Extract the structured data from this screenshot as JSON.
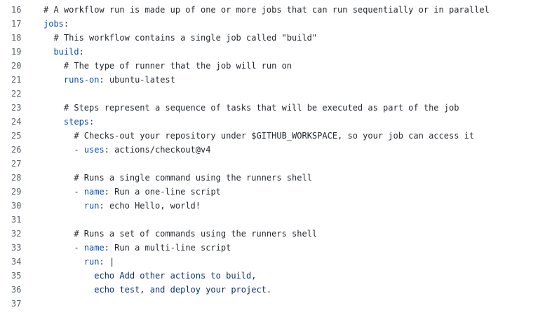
{
  "editor": {
    "lines": [
      {
        "number": "16",
        "indent": "",
        "comment": "# A workflow run is made up of one or more jobs that can run sequentially or in parallel"
      },
      {
        "number": "17",
        "indent": "",
        "key": "jobs",
        "colon": ":"
      },
      {
        "number": "18",
        "indent": "  ",
        "comment": "# This workflow contains a single job called \"build\""
      },
      {
        "number": "19",
        "indent": "  ",
        "key": "build",
        "colon": ":"
      },
      {
        "number": "20",
        "indent": "    ",
        "comment": "# The type of runner that the job will run on"
      },
      {
        "number": "21",
        "indent": "    ",
        "key": "runs-on",
        "colon": ":",
        "value": " ubuntu-latest"
      },
      {
        "number": "22",
        "indent": ""
      },
      {
        "number": "23",
        "indent": "    ",
        "comment": "# Steps represent a sequence of tasks that will be executed as part of the job"
      },
      {
        "number": "24",
        "indent": "    ",
        "key": "steps",
        "colon": ":"
      },
      {
        "number": "25",
        "indent": "      ",
        "comment": "# Checks-out your repository under $GITHUB_WORKSPACE, so your job can access it"
      },
      {
        "number": "26",
        "indent": "      ",
        "dash": "- ",
        "key": "uses",
        "colon": ":",
        "value": " actions/checkout@v4"
      },
      {
        "number": "27",
        "indent": ""
      },
      {
        "number": "28",
        "indent": "      ",
        "comment": "# Runs a single command using the runners shell"
      },
      {
        "number": "29",
        "indent": "      ",
        "dash": "- ",
        "key": "name",
        "colon": ":",
        "value": " Run a one-line script"
      },
      {
        "number": "30",
        "indent": "        ",
        "key": "run",
        "colon": ":",
        "value": " echo Hello, world!"
      },
      {
        "number": "31",
        "indent": ""
      },
      {
        "number": "32",
        "indent": "      ",
        "comment": "# Runs a set of commands using the runners shell"
      },
      {
        "number": "33",
        "indent": "      ",
        "dash": "- ",
        "key": "name",
        "colon": ":",
        "value": " Run a multi-line script"
      },
      {
        "number": "34",
        "indent": "        ",
        "key": "run",
        "colon": ":",
        "value": " |"
      },
      {
        "number": "35",
        "indent": "          ",
        "block": "echo Add other actions to build,"
      },
      {
        "number": "36",
        "indent": "          ",
        "block": "echo test, and deploy your project."
      },
      {
        "number": "37",
        "indent": ""
      }
    ]
  },
  "colors": {
    "key": "#0550ae",
    "text": "#24292f",
    "block": "#0a3069",
    "line_number": "#57606a",
    "background": "#ffffff"
  }
}
